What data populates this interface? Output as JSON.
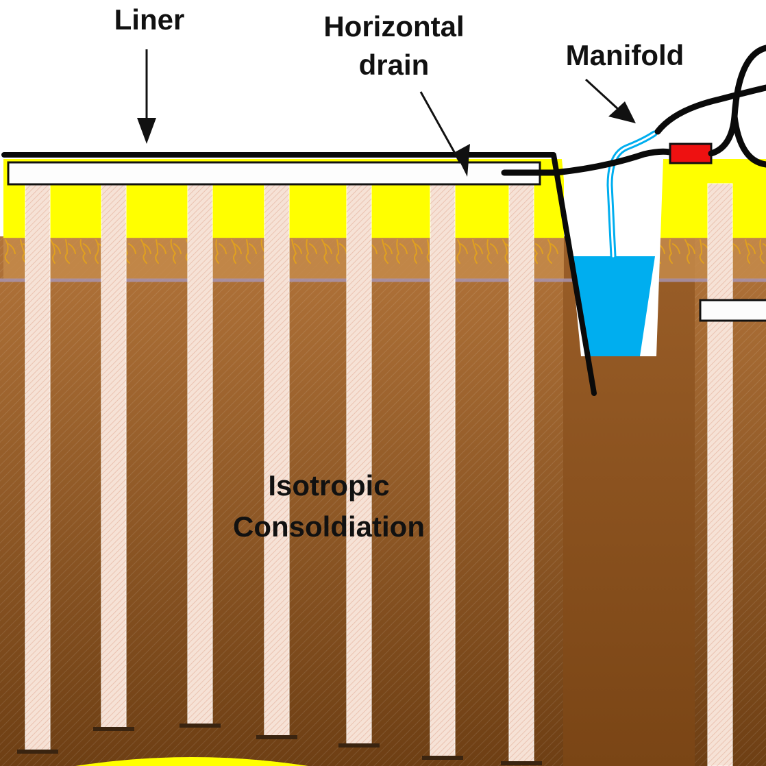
{
  "labels": {
    "liner": "Liner",
    "horizontal_drain_line1": "Horizontal",
    "horizontal_drain_line2": "drain",
    "manifold": "Manifold",
    "body_line1": "Isotropic",
    "body_line2": "Consoldiation"
  },
  "colors": {
    "soil_top": "#b2743a",
    "soil_bottom": "#6e3f14",
    "sand_yellow": "#ffff00",
    "root_zone": "#c4894a",
    "roots": "#e0a020",
    "water_table_line": "#a896b8",
    "drain_white": "#fdfdfd",
    "drain_shade": "#f3d4c4",
    "water_blue": "#00aeef",
    "valve_red": "#ee1111",
    "liner_black": "#0a0a0a",
    "drain_foot": "#3a2410"
  },
  "icons": [
    "down-arrow-icon",
    "diagonal-arrow-icon",
    "valve-icon"
  ]
}
